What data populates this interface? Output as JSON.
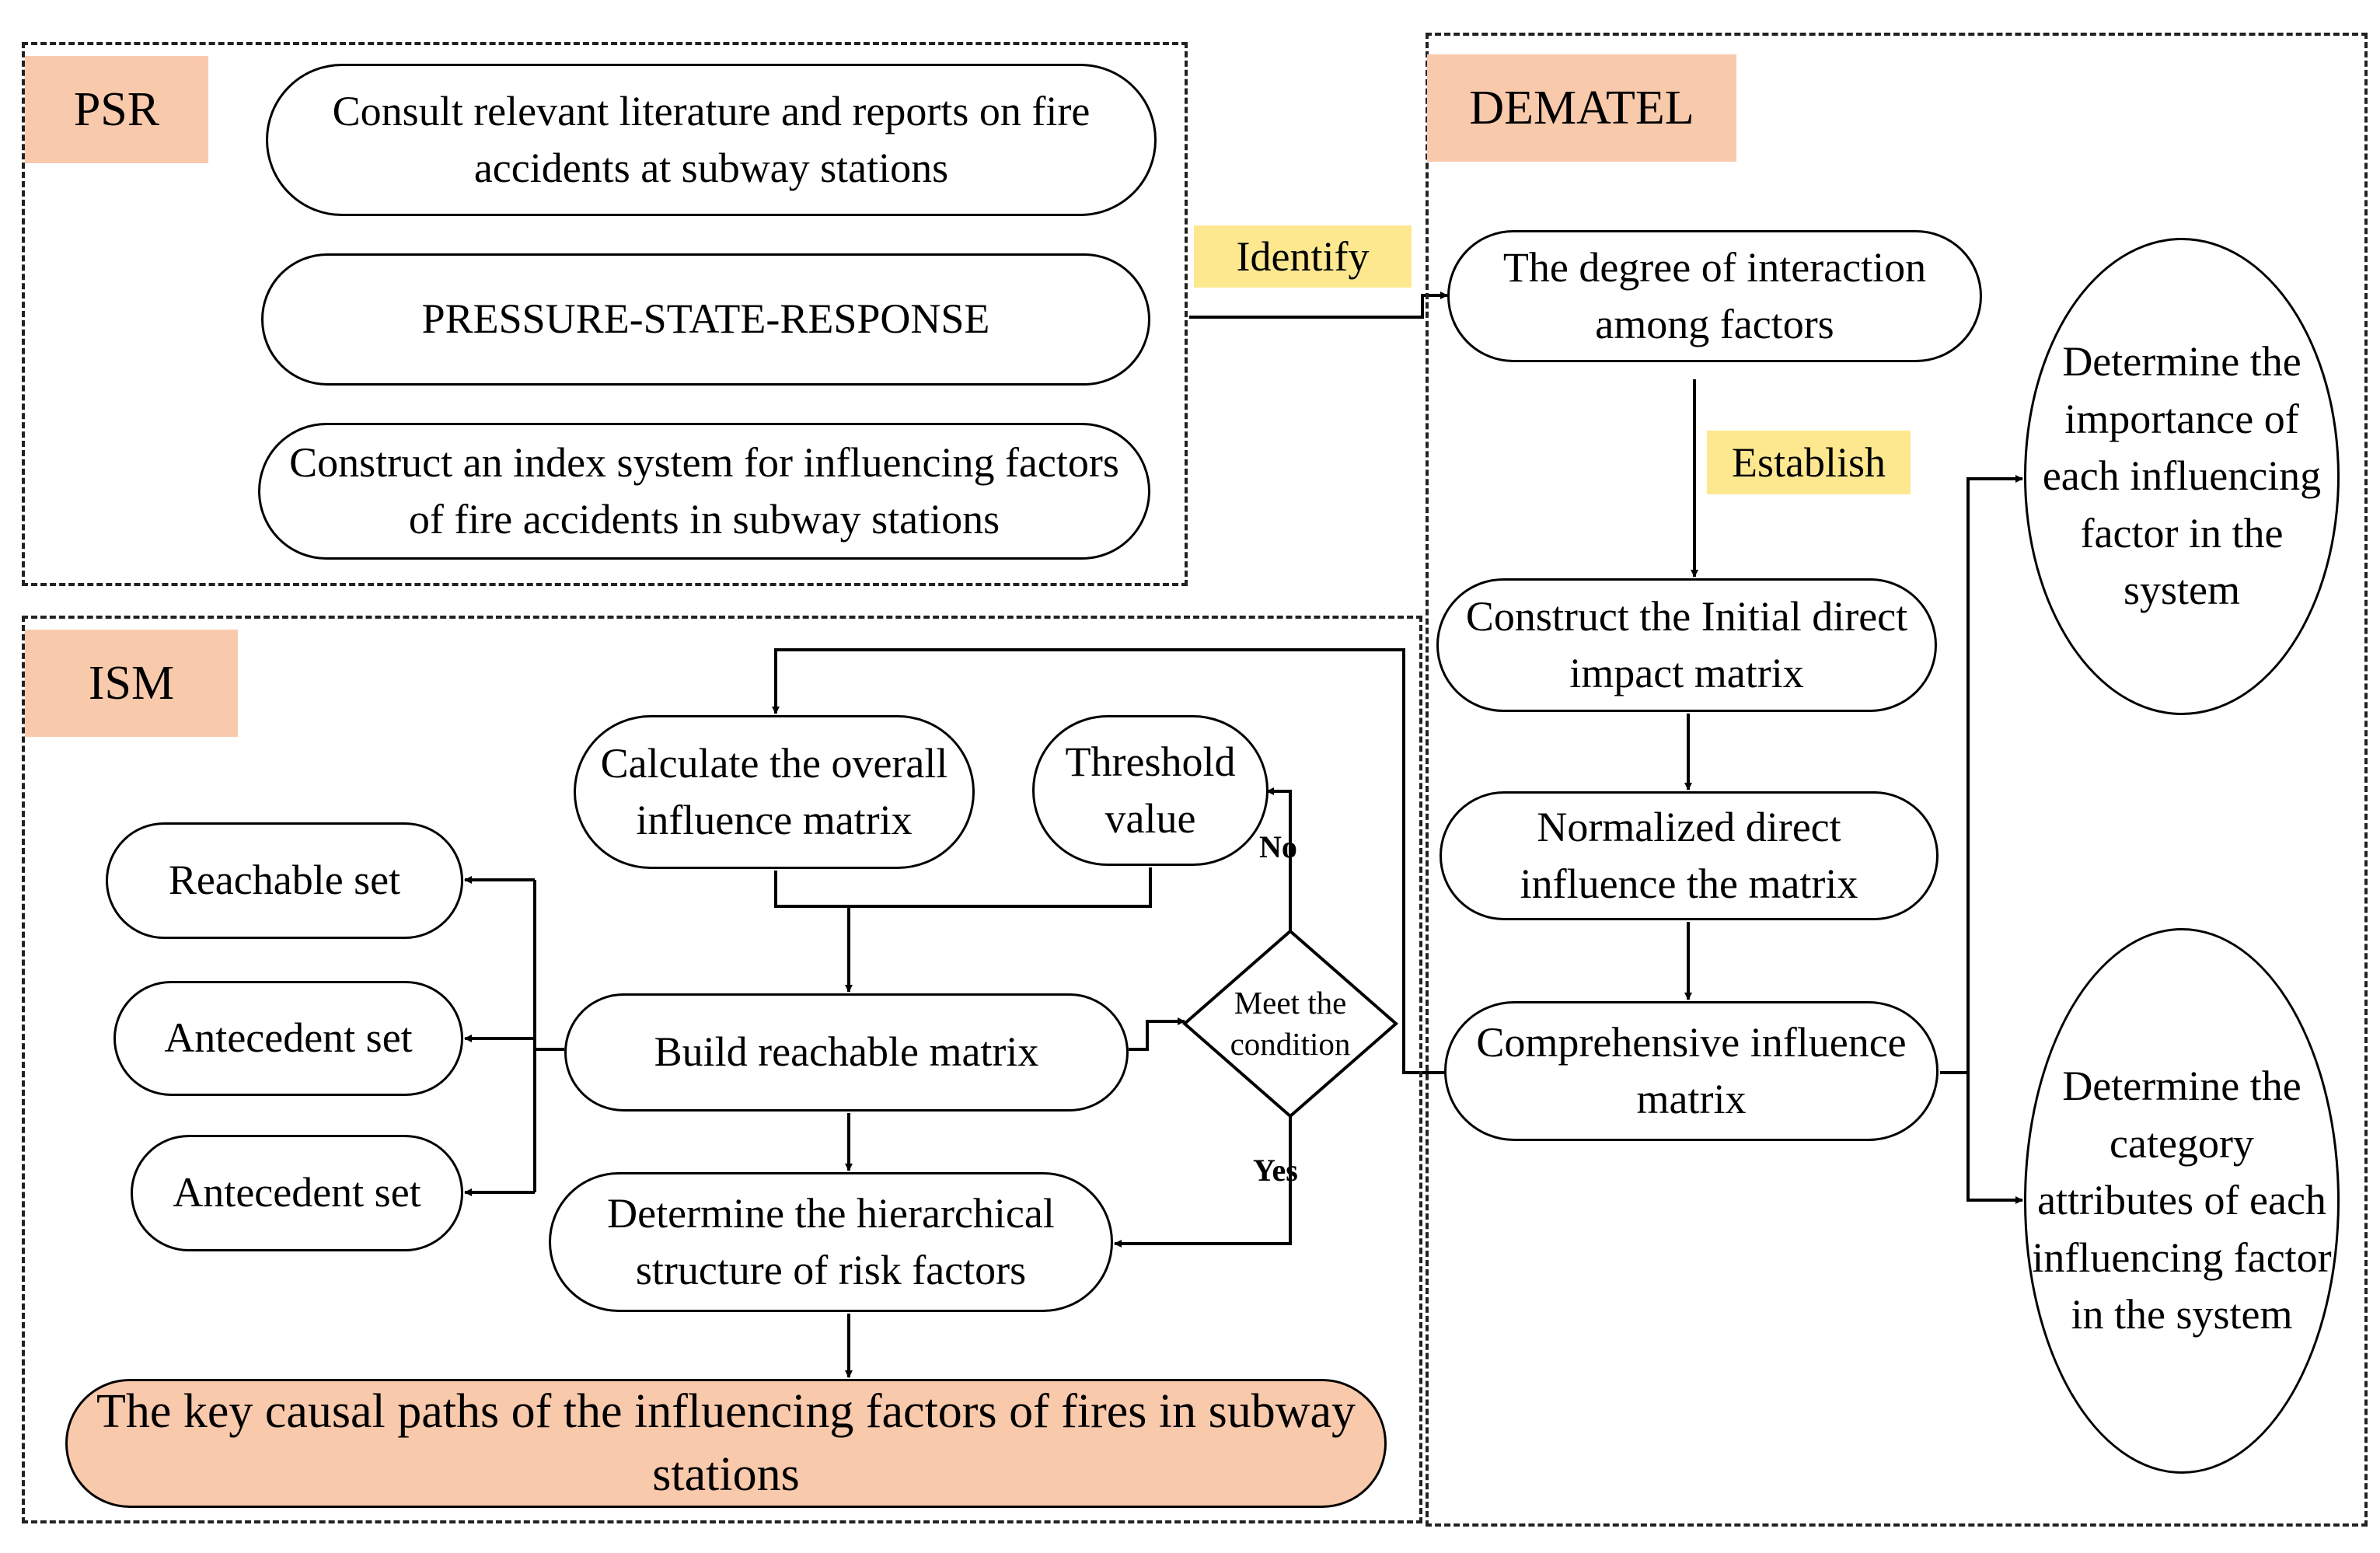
{
  "regions": {
    "psr": "PSR",
    "dematel": "DEMATEL",
    "ism": "ISM"
  },
  "psr": {
    "literature": "Consult relevant literature and reports on fire accidents at subway stations",
    "model": "PRESSURE-STATE-RESPONSE",
    "index_system": "Construct an index system for influencing factors of fire accidents in subway stations"
  },
  "labels": {
    "identify": "Identify",
    "establish": "Establish",
    "no": "No",
    "yes": "Yes"
  },
  "dematel": {
    "interaction": "The degree of interaction among factors",
    "initial_matrix": "Construct the Initial direct impact matrix",
    "normalized_matrix": "Normalized direct influence the matrix",
    "comprehensive_matrix": "Comprehensive influence matrix",
    "importance": "Determine the importance of each influencing factor in the system",
    "category": "Determine the category attributes of each influencing factor in the system"
  },
  "ism": {
    "overall_matrix": "Calculate the overall influence matrix",
    "threshold": "Threshold value",
    "reachable_matrix": "Build reachable matrix",
    "condition": "Meet the condition",
    "hierarchy": "Determine the hierarchical structure of risk factors",
    "reachable_set": "Reachable set",
    "antecedent_set_1": "Antecedent set",
    "antecedent_set_2": "Antecedent set",
    "key_paths": "The key causal paths of the influencing factors of fires in subway stations"
  },
  "colors": {
    "region_tag": "#f9c9ac",
    "arrow_label": "#fde890",
    "key_result": "#f9c9ac"
  }
}
